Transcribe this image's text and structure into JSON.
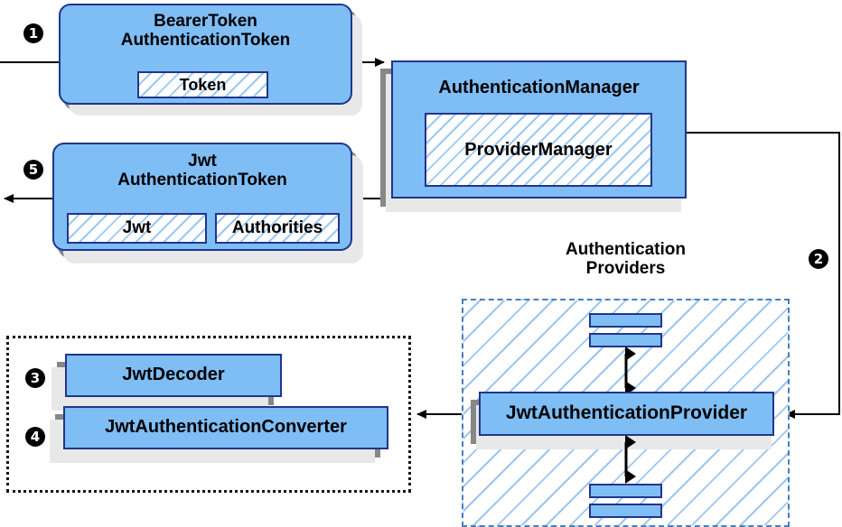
{
  "diagram": {
    "title": "Spring Security JWT Bearer Token Authentication Flow",
    "colors": {
      "node_fill": "#7FBDF5",
      "node_border": "#20368C",
      "hatch_line": "#8CBEF0",
      "dashed_region_border": "#4A7EBB",
      "dotted_region_border": "#141414",
      "shadow_dark": "#878787",
      "shadow_light": "#E8E8E8",
      "connector": "#000000",
      "badge_fill": "#000000",
      "badge_text": "#FFFFFF"
    },
    "nodes": {
      "bearer_token": {
        "label": "BearerToken\nAuthenticationToken",
        "line1": "BearerToken",
        "line2": "AuthenticationToken",
        "inner": [
          {
            "label": "Token"
          }
        ]
      },
      "jwt_token": {
        "line1": "Jwt",
        "line2": "AuthenticationToken",
        "inner": [
          {
            "label": "Jwt"
          },
          {
            "label": "Authorities"
          }
        ]
      },
      "authentication_manager": {
        "label": "AuthenticationManager",
        "inner": [
          {
            "label": "ProviderManager"
          }
        ]
      },
      "jwt_authentication_provider": {
        "label": "JwtAuthenticationProvider"
      },
      "jwt_decoder": {
        "label": "JwtDecoder"
      },
      "jwt_authentication_converter": {
        "label": "JwtAuthenticationConverter"
      }
    },
    "captions": {
      "authentication_providers": {
        "line1": "Authentication",
        "line2": "Providers"
      }
    },
    "badges": [
      {
        "id": "step-1",
        "symbol": "❶",
        "number": "1"
      },
      {
        "id": "step-2",
        "symbol": "❷",
        "number": "2"
      },
      {
        "id": "step-3",
        "symbol": "❸",
        "number": "3"
      },
      {
        "id": "step-4",
        "symbol": "❹",
        "number": "4"
      },
      {
        "id": "step-5",
        "symbol": "❺",
        "number": "5"
      }
    ]
  }
}
